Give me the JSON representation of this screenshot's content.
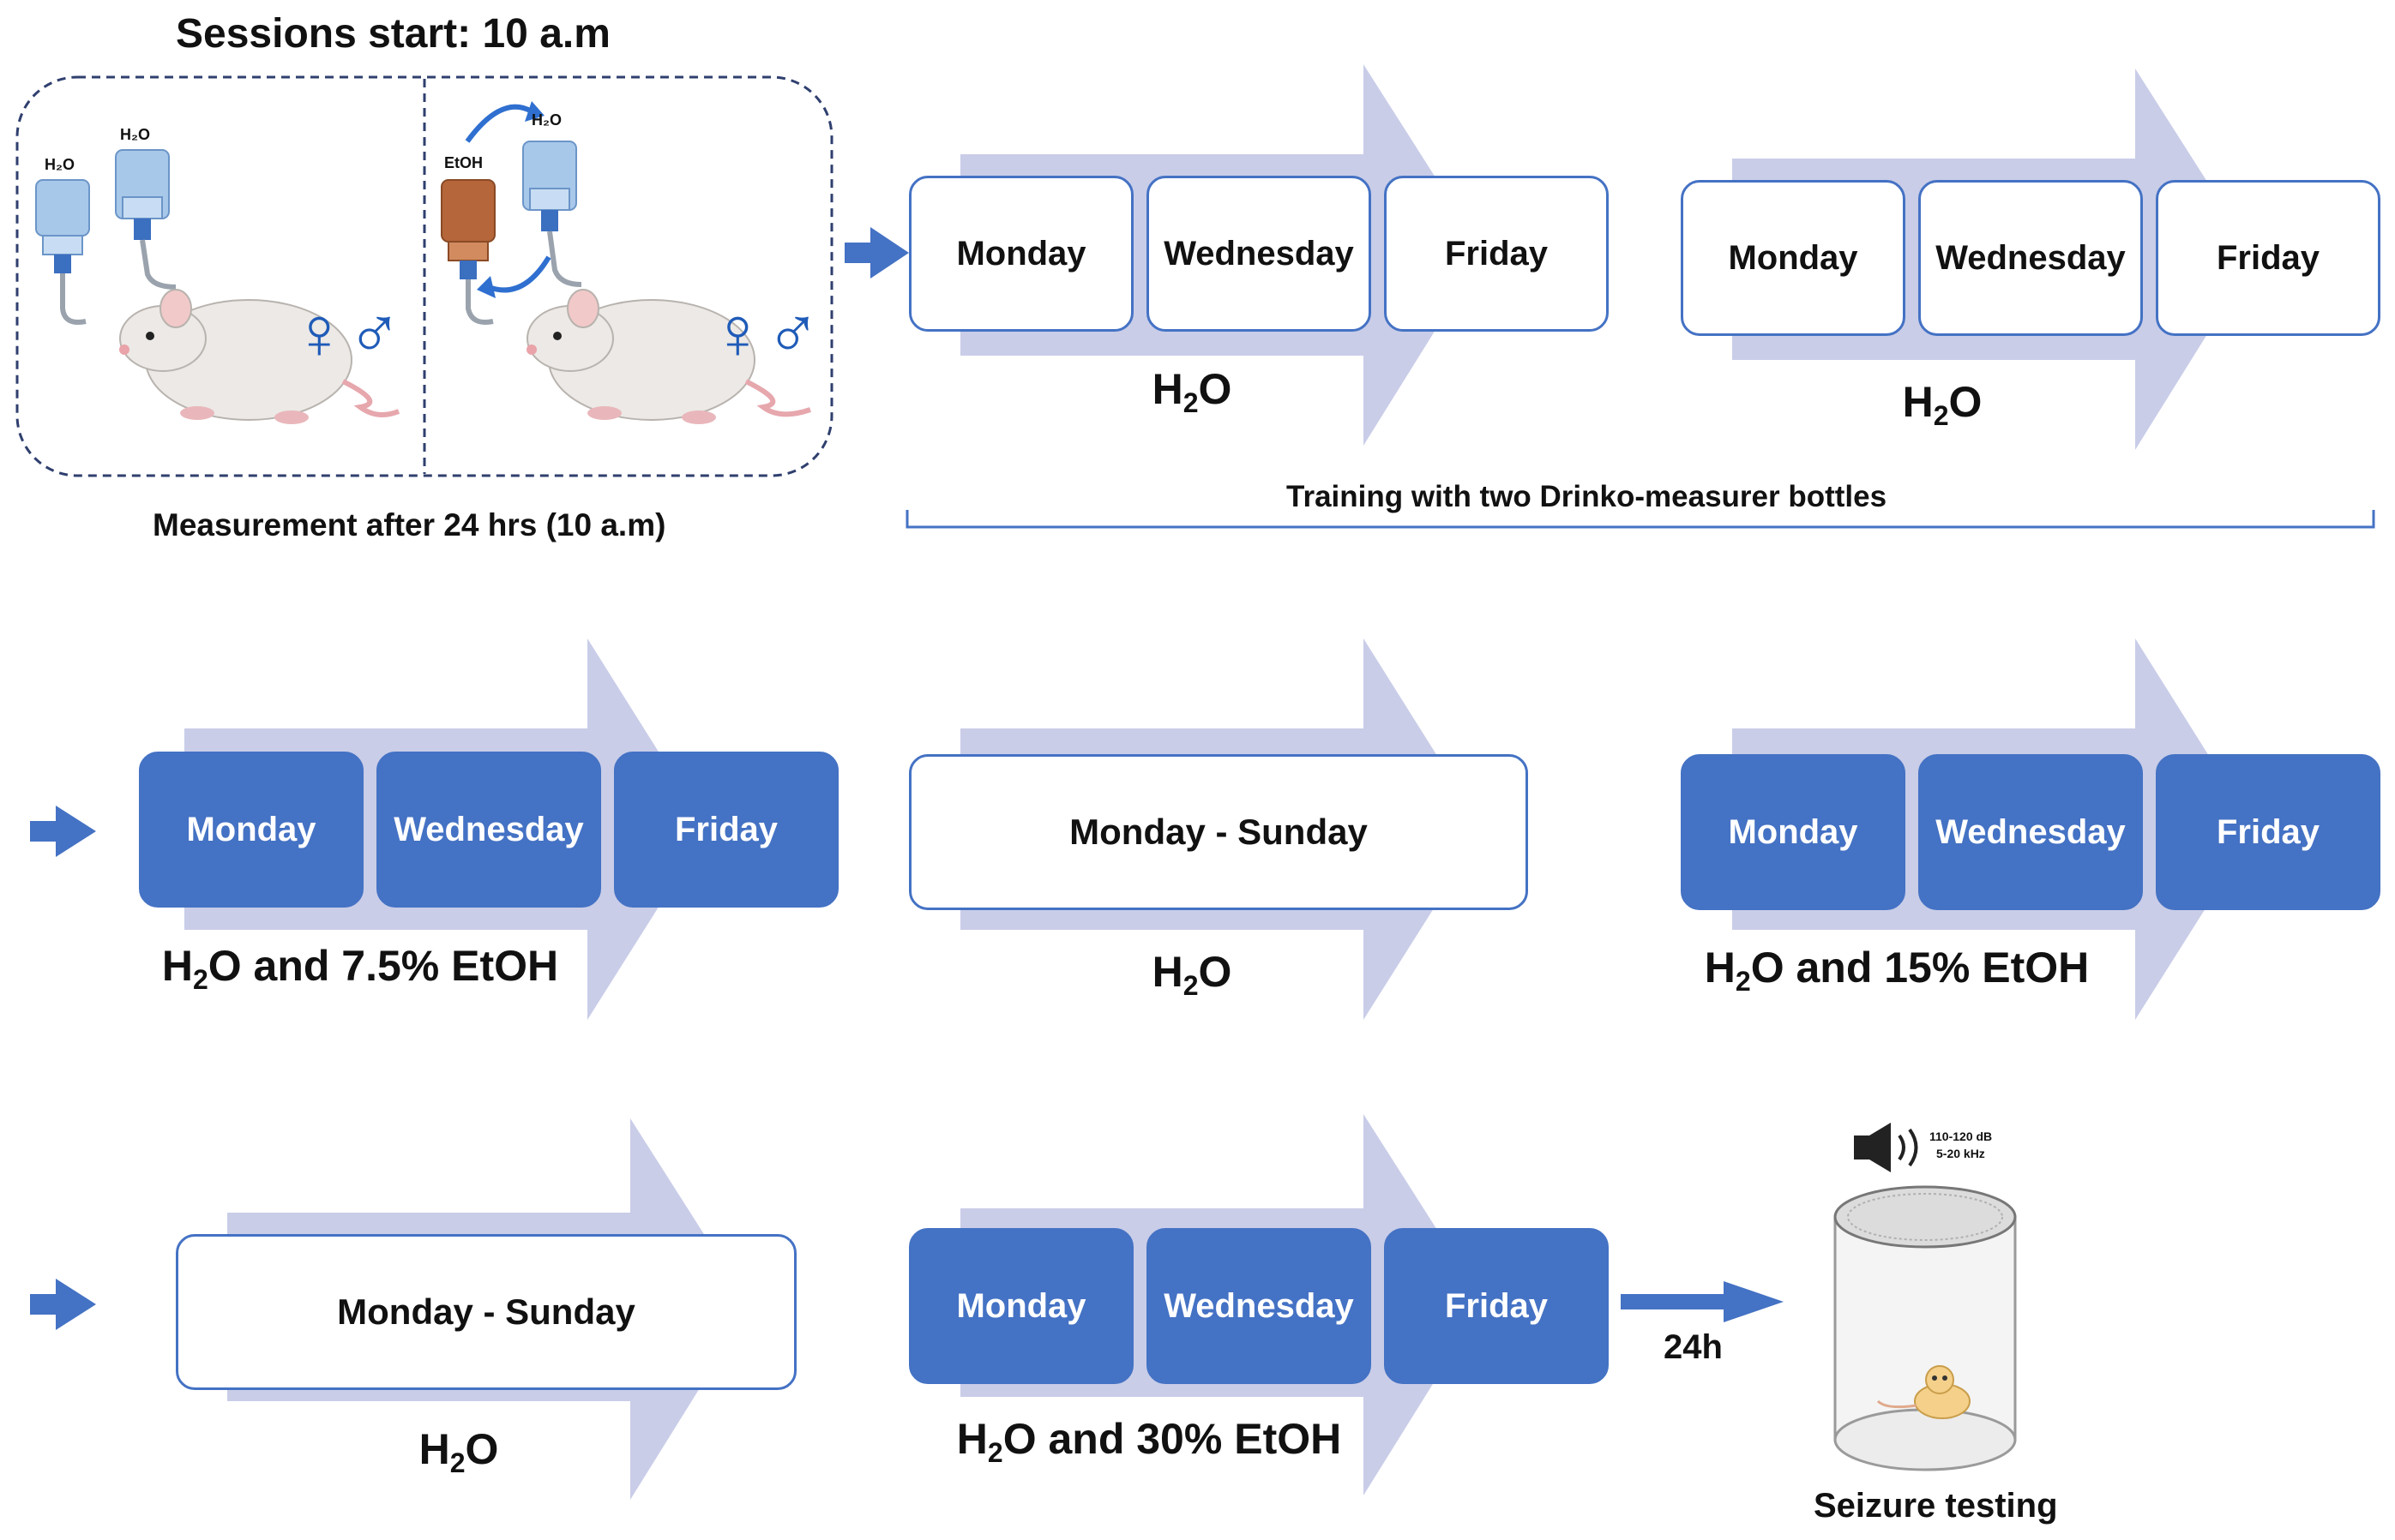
{
  "header": {
    "title": "Sessions start: 10 a.m",
    "measurement": "Measurement after 24 hrs (10 a.m)"
  },
  "setup": {
    "left_bottles": [
      "H₂O",
      "H₂O"
    ],
    "right_bottles": [
      "EtOH",
      "H₂O"
    ],
    "sex_symbols": "♀♂"
  },
  "training_label": "Training with two Drinko-measurer bottles",
  "stages": [
    {
      "days": [
        "Monday",
        "Wednesday",
        "Friday"
      ],
      "style": "white",
      "caption_prefix": "H",
      "caption_sub": "2",
      "caption_suffix": "O"
    },
    {
      "days": [
        "Monday",
        "Wednesday",
        "Friday"
      ],
      "style": "white",
      "caption_prefix": "H",
      "caption_sub": "2",
      "caption_suffix": "O"
    },
    {
      "days": [
        "Monday",
        "Wednesday",
        "Friday"
      ],
      "style": "blue",
      "caption_prefix": "H",
      "caption_sub": "2",
      "caption_suffix": "O and 7.5% EtOH"
    },
    {
      "days": [
        "Monday - Sunday"
      ],
      "style": "white",
      "caption_prefix": "H",
      "caption_sub": "2",
      "caption_suffix": "O"
    },
    {
      "days": [
        "Monday",
        "Wednesday",
        "Friday"
      ],
      "style": "blue",
      "caption_prefix": "H",
      "caption_sub": "2",
      "caption_suffix": "O and 15% EtOH"
    },
    {
      "days": [
        "Monday - Sunday"
      ],
      "style": "white",
      "caption_prefix": "H",
      "caption_sub": "2",
      "caption_suffix": "O"
    },
    {
      "days": [
        "Monday",
        "Wednesday",
        "Friday"
      ],
      "style": "blue",
      "caption_prefix": "H",
      "caption_sub": "2",
      "caption_suffix": "O and 30% EtOH"
    }
  ],
  "delay_label": "24h",
  "speaker_text": [
    "110-120 dB",
    "5-20 kHz"
  ],
  "seizure_label": "Seizure testing",
  "colors": {
    "accent_blue": "#4472c4",
    "arrow_light": "#c9cde8",
    "dashed_border": "#2f3f6e",
    "bottle_blue": "#a8c8ea",
    "bottle_brown": "#b5663a"
  }
}
